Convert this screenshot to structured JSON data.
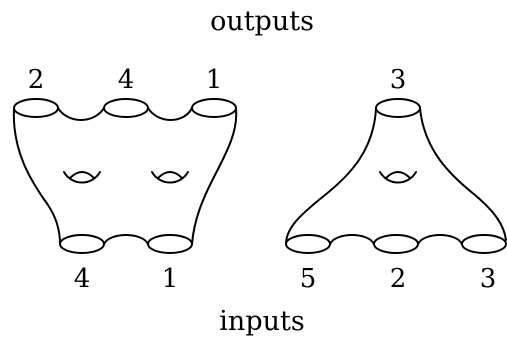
{
  "top_label": "outputs",
  "bottom_label": "inputs",
  "left_surface": {
    "outputs": [
      "2",
      "4",
      "1"
    ],
    "inputs": [
      "4",
      "1"
    ],
    "genus": 2
  },
  "right_surface": {
    "outputs": [
      "3"
    ],
    "inputs": [
      "5",
      "2",
      "3"
    ],
    "genus": 1
  }
}
